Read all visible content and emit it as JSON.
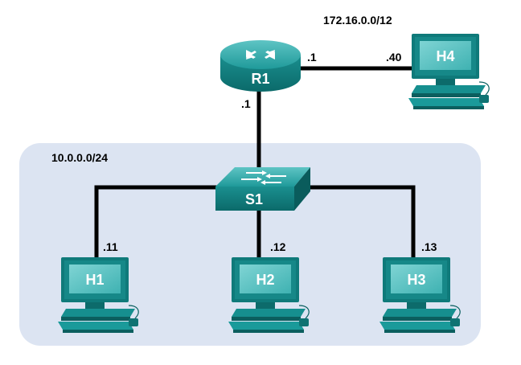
{
  "networks": {
    "lan": {
      "label": "10.0.0.0/24"
    },
    "wan": {
      "label": "172.16.0.0/12"
    }
  },
  "devices": {
    "router": {
      "name": "R1"
    },
    "switch": {
      "name": "S1"
    },
    "hosts": [
      {
        "name": "H1",
        "address_label": ".11"
      },
      {
        "name": "H2",
        "address_label": ".12"
      },
      {
        "name": "H3",
        "address_label": ".13"
      },
      {
        "name": "H4",
        "address_label": ".40"
      }
    ]
  },
  "interfaces": {
    "router_to_h4": ".1",
    "router_to_switch": ".1"
  },
  "colors": {
    "device_teal": "#1a8f8f",
    "device_dark": "#0d6666",
    "lan_area": "#dce4f2",
    "link": "#000000"
  }
}
